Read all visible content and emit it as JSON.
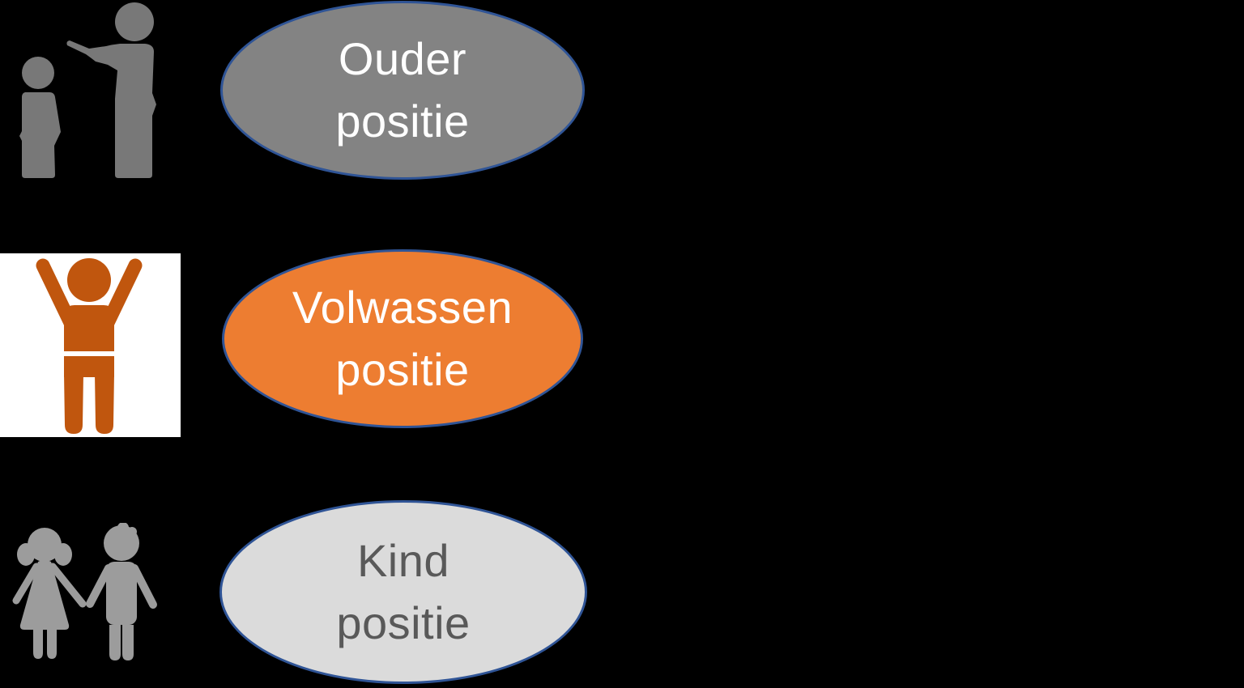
{
  "background": "#000000",
  "colors": {
    "ellipse_border": "#2F5496",
    "ouder_fill": "#838383",
    "ouder_text": "#FFFFFF",
    "volwassen_fill": "#ED7D31",
    "volwassen_text": "#FFFFFF",
    "kind_fill": "#DBDBDB",
    "kind_text": "#595959",
    "parent_icon_gray": "#787878",
    "adult_icon_orange": "#C0560E",
    "child_icon_gray": "#9C9C9C",
    "icon_panel_white": "#FFFFFF"
  },
  "diagram": {
    "nodes": [
      {
        "id": "ouder",
        "label": "Ouder\npositie",
        "icon": "parent-pointing-at-child-icon"
      },
      {
        "id": "volwassen",
        "label": "Volwassen\npositie",
        "icon": "adult-arms-raised-icon"
      },
      {
        "id": "kind",
        "label": "Kind\npositie",
        "icon": "two-children-holding-hands-icon"
      }
    ]
  }
}
